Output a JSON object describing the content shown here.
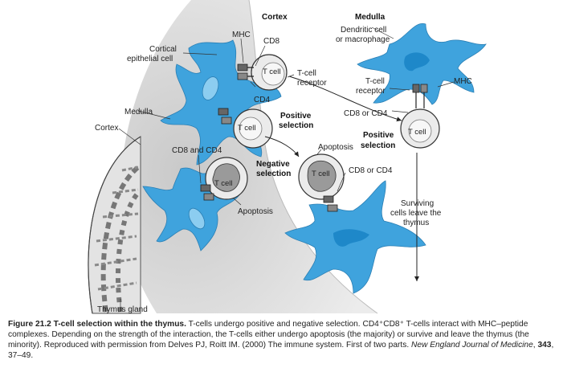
{
  "labels": {
    "cortex_top": "Cortex",
    "medulla_top": "Medulla",
    "dendritic_cell": "Dendritic cell",
    "or_macrophage": "or macrophage",
    "mhc_left": "MHC",
    "cd8_top": "CD8",
    "cortical": "Cortical",
    "epithelial_cell": "epithelial cell",
    "t_cell": "T cell",
    "t_cell_receptor_line1": "T-cell",
    "t_cell_receptor_line2": "receptor",
    "cd4": "CD4",
    "medulla_left": "Medulla",
    "cortex_left": "Cortex",
    "positive": "Positive",
    "selection": "selection",
    "t_cell_right_line1": "T-cell",
    "t_cell_right_line2": "receptor",
    "mhc_right": "MHC",
    "cd8_or_cd4_upper": "CD8 or CD4",
    "positive_right": "Positive",
    "selection_right": "selection",
    "apoptosis_mid": "Apoptosis",
    "cd8_and_cd4": "CD8 and CD4",
    "negative": "Negative",
    "negative_selection": "selection",
    "cd8_or_cd4_lower": "CD8 or CD4",
    "apoptosis_low": "Apoptosis",
    "surviving_1": "Surviving",
    "surviving_2": "cells leave the",
    "surviving_3": "thymus",
    "thymus_gland": "Thymus gland"
  },
  "caption": {
    "title": "Figure 21.2  T-cell selection within the thymus.",
    "body": " T-cells undergo positive and negative selection. CD4⁺CD8⁺ T-cells interact with MHC–peptide complexes. Depending on the strength of the interaction, the T-cells either undergo apoptosis (the majority) or survive and leave the thymus (the minority). Reproduced with permission from Delves PJ, Roitt IM. (2000) The immune system. First of two parts. ",
    "journal": "New England Journal of Medicine",
    "sep": ", ",
    "volume": "343",
    "pages": ", 37–49."
  },
  "colors": {
    "cell_blue": "#3fa3dd",
    "cell_blue_light": "#8ccdf0",
    "cortex_grey": "#d4d4d4",
    "medulla_bg": "#ffffff",
    "tcell_fill": "#ebebeb",
    "apoptotic_fill": "#9a9a9a"
  }
}
